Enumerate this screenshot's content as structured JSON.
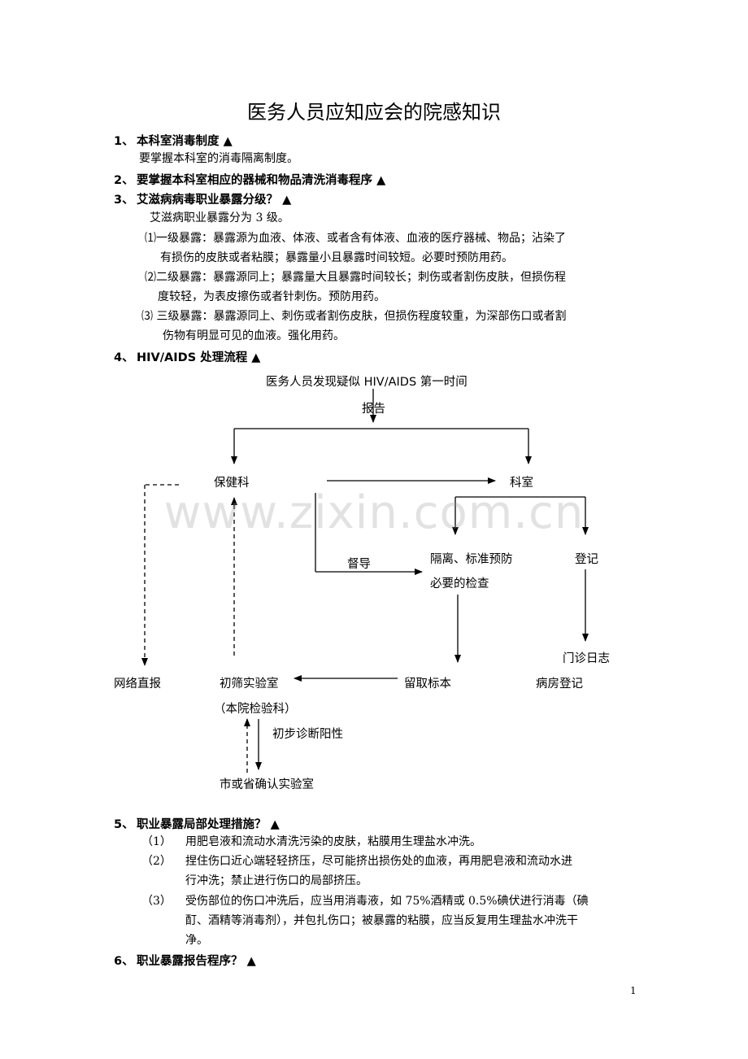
{
  "title": "医务人员应知应会的院感知识",
  "sections": {
    "s1": {
      "num": "1、",
      "heading": "本科室消毒制度",
      "marker": "▲",
      "text": "要掌握本科室的消毒隔离制度。"
    },
    "s2": {
      "num": "2、",
      "heading": "要掌握本科室相应的器械和物品清洗消毒程序",
      "marker": "▲"
    },
    "s3": {
      "num": "3、",
      "heading": "艾滋病病毒职业暴露分级？",
      "marker": "▲",
      "intro": "艾滋病职业暴露分为 3 级。",
      "items": [
        {
          "label": "⑴一级暴露：",
          "line1": "暴露源为血液、体液、或者含有体液、血液的医疗器械、物品；沾染了",
          "line2": "有损伤的皮肤或者粘膜；暴露量小且暴露时间较短。必要时预防用药。"
        },
        {
          "label": "⑵二级暴露：",
          "line1": "暴露源同上；暴露量大且暴露时间较长；刺伤或者割伤皮肤，但损伤程",
          "line2": "度较轻，为表皮擦伤或者针刺伤。预防用药。"
        },
        {
          "label": "⑶ 三级暴露：",
          "line1": "暴露源同上、刺伤或者割伤皮肤，但损伤程度较重，为深部伤口或者割",
          "line2": "伤物有明显可见的血液。强化用药。"
        }
      ]
    },
    "s4": {
      "num": "4、",
      "heading": "HIV/AIDS 处理流程",
      "marker": "▲"
    },
    "s5": {
      "num": "5、",
      "heading": "职业暴露局部处理措施？",
      "marker": "▲",
      "items": [
        {
          "label": "（1）",
          "line1": "用肥皂液和流动水清洗污染的皮肤，粘膜用生理盐水冲洗。"
        },
        {
          "label": "（2）",
          "line1": "捏住伤口近心端轻轻挤压，尽可能挤出损伤处的血液，再用肥皂液和流动水进",
          "line2": "行冲洗；禁止进行伤口的局部挤压。"
        },
        {
          "label": "（3）",
          "line1": "受伤部位的伤口冲洗后，应当用消毒液，如 75%酒精或 0.5%碘伏进行消毒（碘",
          "line2": "酊、酒精等消毒剂），并包扎伤口；被暴露的粘膜，应当反复用生理盐水冲洗干",
          "line3": "净。"
        }
      ]
    },
    "s6": {
      "num": "6、",
      "heading": "职业暴露报告程序？",
      "marker": "▲"
    }
  },
  "flowchart": {
    "start": "医务人员发现疑似 HIV/AIDS 第一时间",
    "report": "报告",
    "health_dept": "保健科",
    "department": "科室",
    "supervise": "督导",
    "isolation": "隔离、标准预防",
    "necessary_check": "必要的检查",
    "register": "登记",
    "outpatient_log": "门诊日志",
    "online_report": "网络直报",
    "screening_lab": "初筛实验室",
    "hospital_lab": "（本院检验科）",
    "keep_sample": "留取标本",
    "ward_register": "病房登记",
    "preliminary_positive": "初步诊断阳性",
    "confirm_lab": "市或省确认实验室"
  },
  "watermark": "www.zixin.com.cn",
  "page_number": "1"
}
